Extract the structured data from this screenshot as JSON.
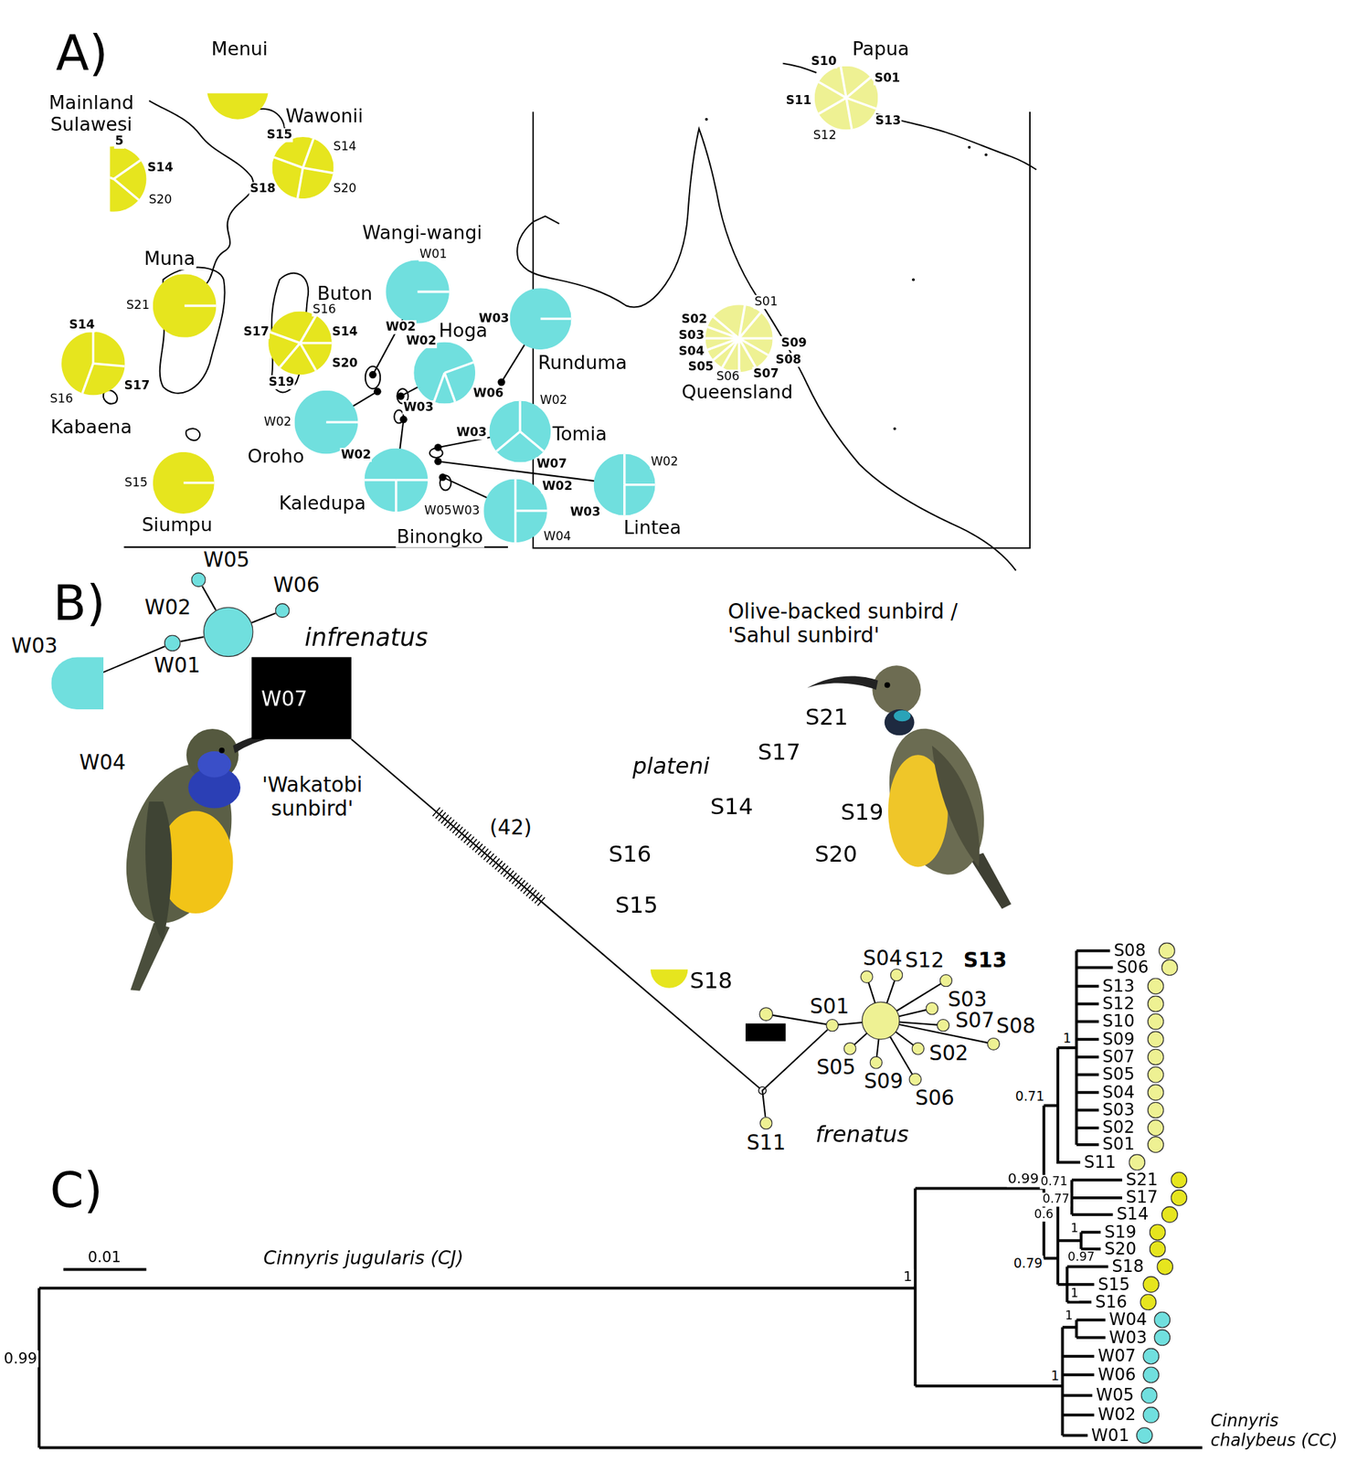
{
  "diagram": {
    "nodes": [
      {
        "text": [
          "Menui"
        ]
      },
      {
        "text": [
          "Mainland Sulawesi",
          "5",
          "S14",
          "S20"
        ]
      },
      {
        "text": [
          "Wawonii",
          "S15",
          "S14",
          "S18",
          "S20"
        ]
      },
      {
        "text": [
          "Papua",
          "S10",
          "S01",
          "S11",
          "S13",
          "S12"
        ]
      },
      {
        "text": [
          "Muna",
          "S21"
        ]
      },
      {
        "text": [
          "Wangi-wangi",
          "W01",
          "W02"
        ]
      },
      {
        "text": [
          "Buton",
          "S16",
          "S14",
          "S17",
          "S20",
          "S19"
        ]
      },
      {
        "text": [
          "Hoga",
          "W02",
          "W03",
          "W06"
        ]
      },
      {
        "text": [
          "Runduma",
          "W03"
        ]
      },
      {
        "text": [
          "Queensland",
          "S01",
          "S02",
          "S03",
          "S04",
          "S05",
          "S06",
          "S07",
          "S08",
          "S09"
        ]
      },
      {
        "text": [
          "Kabaena",
          "S14",
          "S17",
          "S16"
        ]
      },
      {
        "text": [
          "Oroho",
          "W02"
        ]
      },
      {
        "text": [
          "Tomia",
          "W02",
          "W03",
          "W07"
        ]
      },
      {
        "text": [
          "Kaledupa",
          "W02",
          "W05"
        ]
      },
      {
        "text": [
          "Lintea",
          "W02",
          "W03"
        ]
      },
      {
        "text": [
          "Binongko",
          "W02",
          "W03",
          "W04"
        ]
      },
      {
        "text": [
          "Siumpu",
          "S15"
        ]
      },
      {
        "text": [
          "W05"
        ]
      },
      {
        "text": [
          "W06"
        ]
      },
      {
        "text": [
          "W02"
        ]
      },
      {
        "text": [
          "W01"
        ]
      },
      {
        "text": [
          "W03"
        ]
      },
      {
        "text": [
          "S04"
        ]
      },
      {
        "text": [
          "S12"
        ]
      },
      {
        "text": [
          "S13"
        ]
      },
      {
        "text": [
          "S01"
        ]
      },
      {
        "text": [
          "S03"
        ]
      },
      {
        "text": [
          "S07"
        ]
      },
      {
        "text": [
          "S08"
        ]
      },
      {
        "text": [
          "S02"
        ]
      },
      {
        "text": [
          "S06"
        ]
      },
      {
        "text": [
          "S05"
        ]
      },
      {
        "text": [
          "S09"
        ]
      },
      {
        "text": [
          "S11"
        ]
      },
      {
        "text": [
          "S08"
        ]
      },
      {
        "text": [
          "S06"
        ]
      },
      {
        "text": [
          "S13"
        ]
      },
      {
        "text": [
          "S12"
        ]
      },
      {
        "text": [
          "S10"
        ]
      },
      {
        "text": [
          "S09"
        ]
      },
      {
        "text": [
          "S07"
        ]
      },
      {
        "text": [
          "S05"
        ]
      },
      {
        "text": [
          "S04"
        ]
      },
      {
        "text": [
          "S03"
        ]
      },
      {
        "text": [
          "S02"
        ]
      },
      {
        "text": [
          "S01"
        ]
      },
      {
        "text": [
          "S11"
        ]
      },
      {
        "text": [
          "S21"
        ]
      },
      {
        "text": [
          "S17"
        ]
      },
      {
        "text": [
          "S14"
        ]
      },
      {
        "text": [
          "S19"
        ]
      },
      {
        "text": [
          "S20"
        ]
      },
      {
        "text": [
          "S18"
        ]
      },
      {
        "text": [
          "S15"
        ]
      },
      {
        "text": [
          "S16"
        ]
      },
      {
        "text": [
          "W04"
        ]
      },
      {
        "text": [
          "W03"
        ]
      },
      {
        "text": [
          "W07"
        ]
      },
      {
        "text": [
          "W06"
        ]
      },
      {
        "text": [
          "W05"
        ]
      },
      {
        "text": [
          "W02"
        ]
      },
      {
        "text": [
          "W01"
        ]
      }
    ],
    "edges": [
      {
        "from": 19,
        "to": 17,
        "arrow": "none"
      },
      {
        "from": 19,
        "to": 18,
        "arrow": "none"
      },
      {
        "from": 19,
        "to": 20,
        "arrow": "none"
      },
      {
        "from": 20,
        "to": 21,
        "arrow": "none"
      },
      {
        "from": 25,
        "to": 33,
        "arrow": "none"
      }
    ],
    "labels": [
      "A)",
      "B)",
      "C)",
      "infrenatus",
      "W04",
      "W07",
      "'Wakatobi sunbird'",
      "(42)",
      "Olive-backed sunbird / 'Sahul sunbird'",
      "plateni",
      "S21",
      "S17",
      "S14",
      "S19",
      "S20",
      "S16",
      "S15",
      "S18",
      "frenatus",
      "0.01",
      "Cinnyris jugularis (CJ)",
      "0.99",
      "1",
      "0.99",
      "0.71",
      "1",
      "0.71",
      "0.77",
      "0.6",
      "1",
      "0.79",
      "0.97",
      "1",
      "1",
      "1",
      "Cinnyris chalybeus (CC)"
    ]
  }
}
